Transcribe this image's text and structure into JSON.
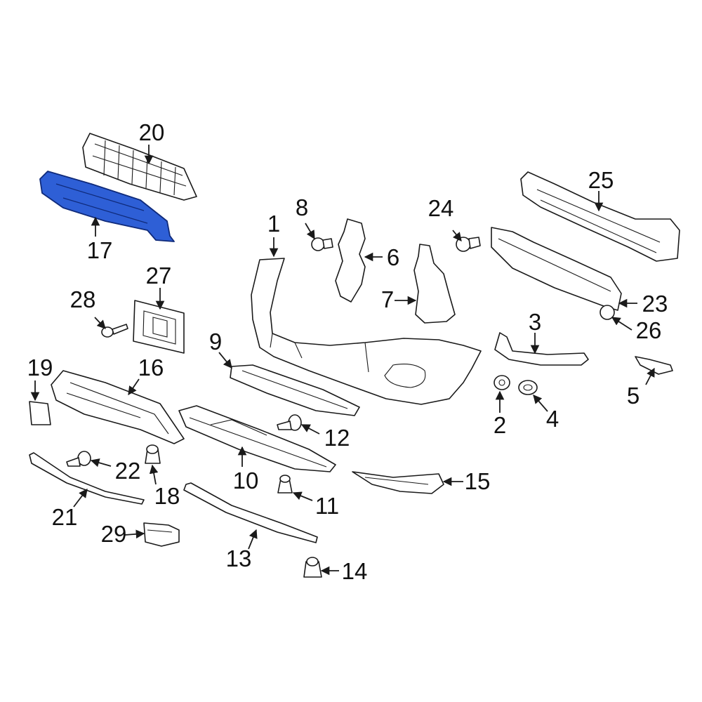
{
  "diagram": {
    "highlight_color": "#2e5fd6",
    "highlighted_part": "17",
    "callouts": [
      "1",
      "2",
      "3",
      "4",
      "5",
      "6",
      "7",
      "8",
      "9",
      "10",
      "11",
      "12",
      "13",
      "14",
      "15",
      "16",
      "17",
      "18",
      "19",
      "20",
      "21",
      "22",
      "23",
      "24",
      "25",
      "26",
      "27",
      "28",
      "29"
    ]
  }
}
